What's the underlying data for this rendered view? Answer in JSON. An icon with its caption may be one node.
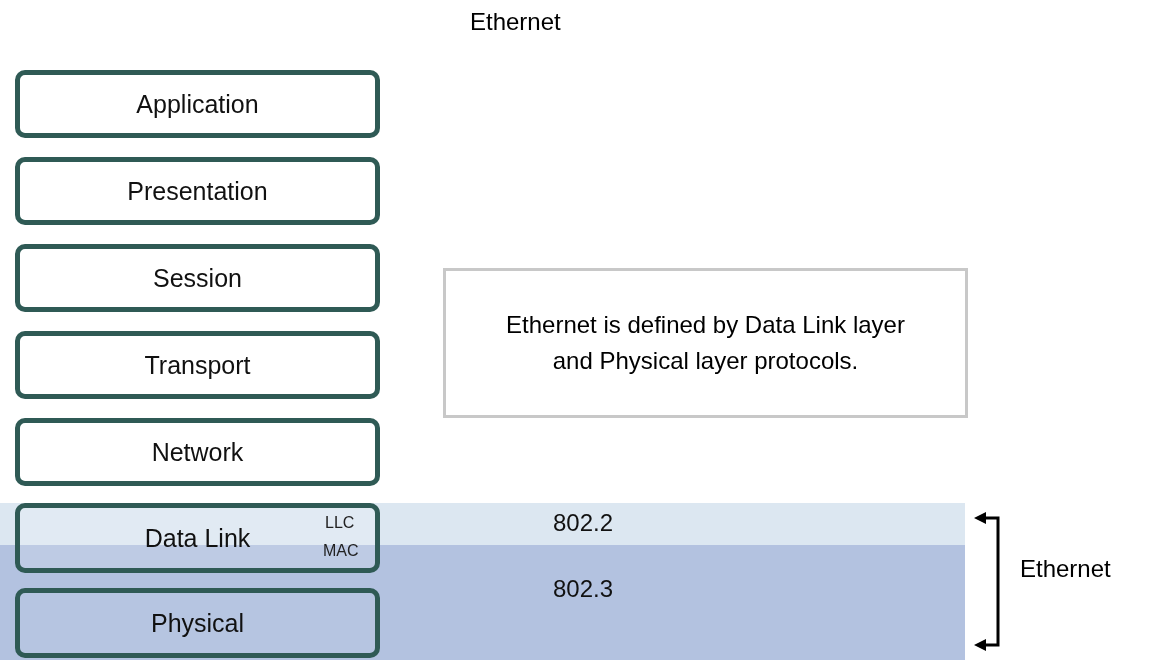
{
  "diagram": {
    "title": "Ethernet",
    "nodes": [
      {
        "text": [
          "Application"
        ]
      },
      {
        "text": [
          "Presentation"
        ]
      },
      {
        "text": [
          "Session"
        ]
      },
      {
        "text": [
          "Transport"
        ]
      },
      {
        "text": [
          "Network"
        ]
      },
      {
        "text": [
          "Data Link"
        ]
      },
      {
        "text": [
          "Physical"
        ],
        "in": 9
      },
      {
        "text": [
          "Ethernet is defined by Data Link layer and Physical layer protocols."
        ]
      },
      {
        "text": [
          "802.2"
        ]
      },
      {
        "text": [
          "802.3"
        ]
      }
    ],
    "labels": [
      "LLC",
      "MAC",
      "Ethernet"
    ]
  }
}
